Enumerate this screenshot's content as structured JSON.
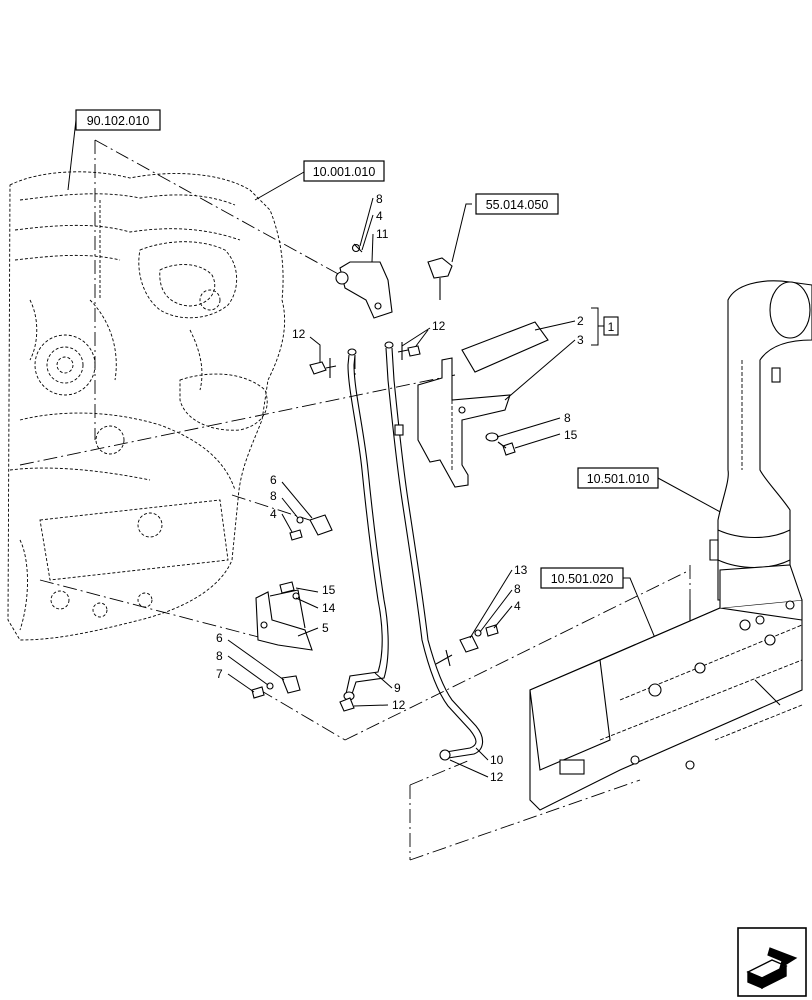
{
  "references": [
    {
      "id": "ref-90-102-010",
      "label": "90.102.010"
    },
    {
      "id": "ref-10-001-010",
      "label": "10.001.010"
    },
    {
      "id": "ref-55-014-050",
      "label": "55.014.050"
    },
    {
      "id": "ref-10-501-010",
      "label": "10.501.010"
    },
    {
      "id": "ref-10-501-020",
      "label": "10.501.020"
    }
  ],
  "group_label": "1",
  "callouts": {
    "c8_top": "8",
    "c4_top": "4",
    "c11": "11",
    "c12_left": "12",
    "c12_mid": "12",
    "c2": "2",
    "c3": "3",
    "c8_right": "8",
    "c15_right": "15",
    "c6_a": "6",
    "c8_a": "8",
    "c4_a": "4",
    "c15_b": "15",
    "c14": "14",
    "c5": "5",
    "c6_b": "6",
    "c8_b": "8",
    "c7": "7",
    "c9": "9",
    "c12_low": "12",
    "c13": "13",
    "c8_c": "8",
    "c4_c": "4",
    "c10": "10",
    "c12_bottom": "12"
  },
  "nav_icon": "next-page-arrow-icon"
}
